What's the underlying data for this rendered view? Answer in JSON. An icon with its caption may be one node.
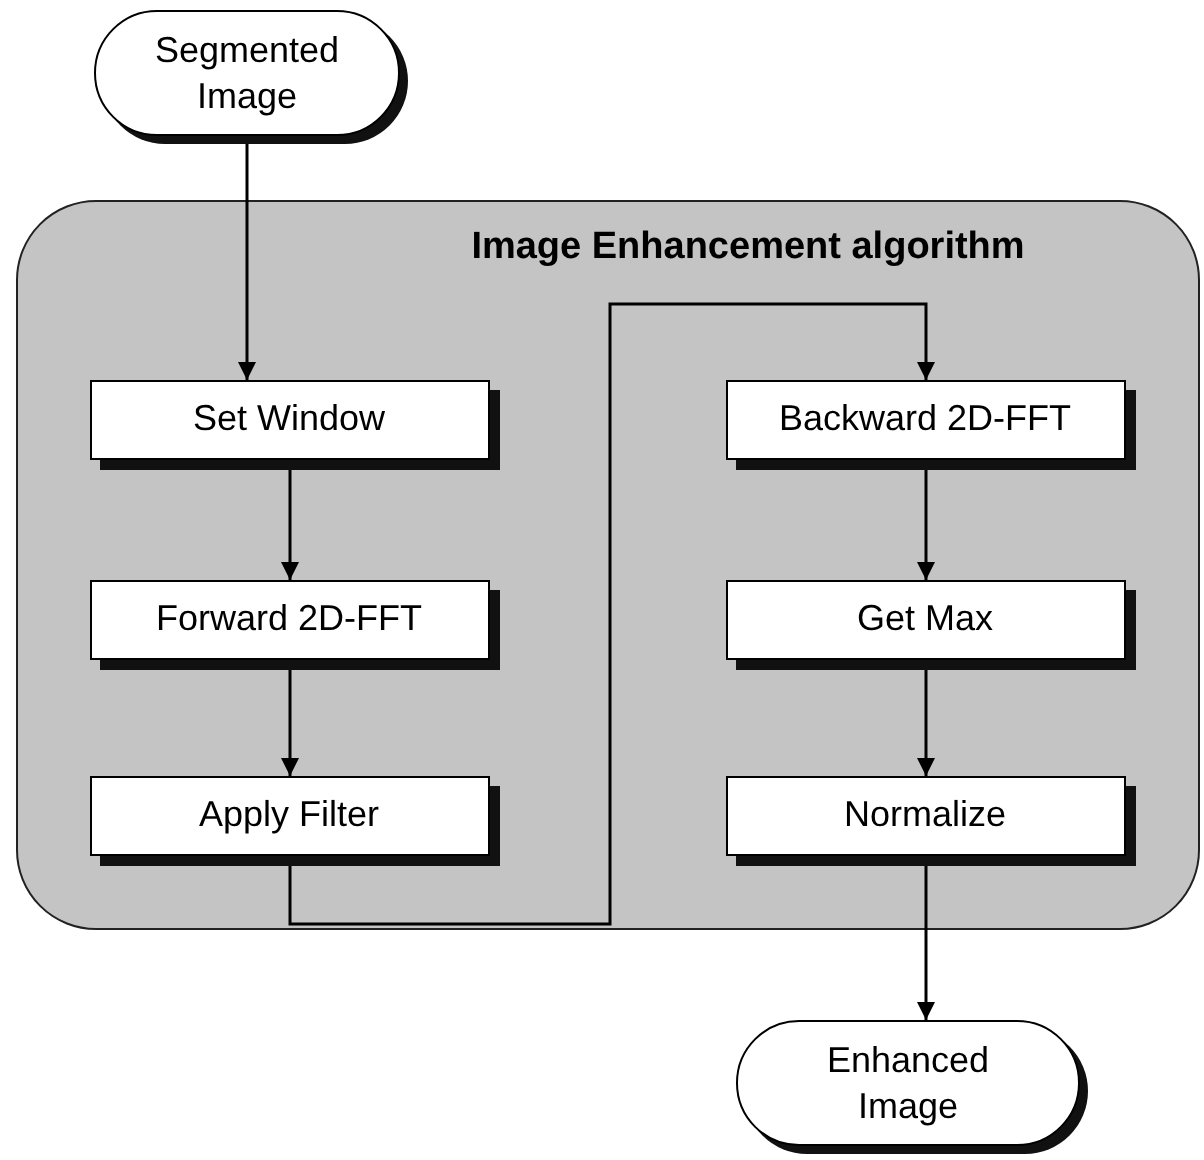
{
  "diagram": {
    "nodes": [
      {
        "text": [
          "Segmented Image"
        ]
      },
      {
        "text": [
          "Image Enhancement algorithm"
        ]
      },
      {
        "text": [
          "Set Window"
        ],
        "in": 1
      },
      {
        "text": [
          "Forward 2D-FFT"
        ],
        "in": 1
      },
      {
        "text": [
          "Apply Filter"
        ],
        "in": 1
      },
      {
        "text": [
          "Backward 2D-FFT"
        ],
        "in": 1
      },
      {
        "text": [
          "Get Max"
        ],
        "in": 1
      },
      {
        "text": [
          "Normalize"
        ],
        "in": 1
      },
      {
        "text": [
          "Enhanced Image"
        ]
      }
    ],
    "edges": [
      {
        "from": 0,
        "to": 2,
        "arrow": "to"
      },
      {
        "from": 2,
        "to": 3,
        "arrow": "to"
      },
      {
        "from": 3,
        "to": 4,
        "arrow": "to"
      },
      {
        "from": 4,
        "to": 5,
        "arrow": "to"
      },
      {
        "from": 5,
        "to": 6,
        "arrow": "to"
      },
      {
        "from": 6,
        "to": 7,
        "arrow": "to"
      },
      {
        "from": 7,
        "to": 8,
        "arrow": "to"
      }
    ]
  }
}
